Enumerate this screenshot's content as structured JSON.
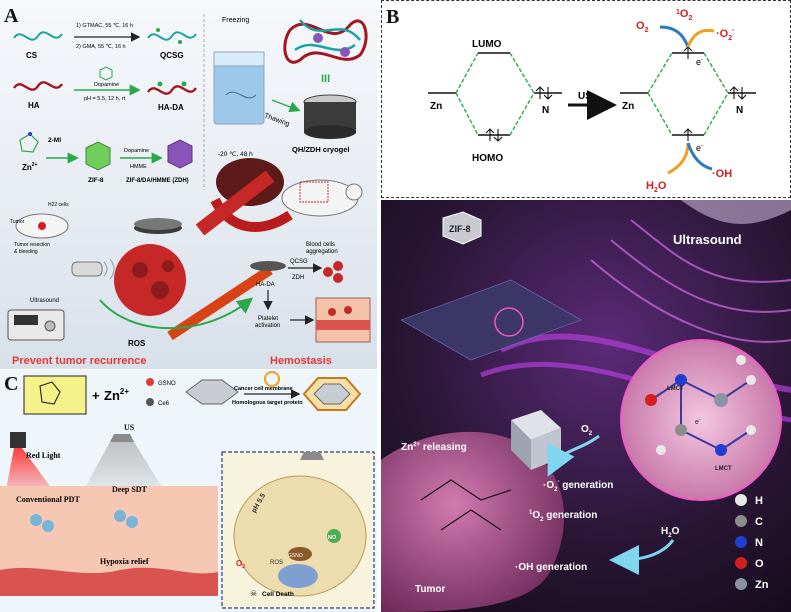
{
  "panel_letters": {
    "a": "A",
    "b": "B",
    "c": "C"
  },
  "panel_a": {
    "cs": "CS",
    "qcsg": "QCSG",
    "step1": "1)  GTMAC, 55 ℃, 16 h",
    "step2": "2)  GMA, 55 ℃, 16 h",
    "ha": "HA",
    "dopamine": "Dopamine",
    "ph": "pH = 5.5, 12 h, rt",
    "ha_da": "HA-DA",
    "freezing": "Freezing",
    "thawing": "Thawing",
    "temp": "-20 ℃, 48 h",
    "cycles": "III",
    "cryogel": "QH/ZDH cryogel",
    "mi": "2-MI",
    "zn": "Zn",
    "zn_sup": "2+",
    "dopamine2": "Dopamine",
    "hmme": "HMME",
    "zif8": "ZIF-8",
    "zdh": "ZIF-8/DA/HMME (ZDH)",
    "h22": "H22 cells",
    "tumor": "Tumor",
    "resection": "Tumor resection",
    "bleeding": "& bleeding",
    "ultrasound": "Ultrasound",
    "ros": "ROS",
    "blood_agg1": "Blood cells",
    "blood_agg2": "aggregation",
    "qcsg2": "QCSG",
    "zdh2": "ZDH",
    "ha_da2": "HA-DA",
    "platelet1": "Platelet",
    "platelet2": "activation",
    "prevent": "Prevent  tumor recurrence",
    "hemostasis": "Hemostasis"
  },
  "panel_b_top": {
    "lumo": "LUMO",
    "homo": "HOMO",
    "zn_left": "Zn",
    "n_left": "N",
    "us": "US",
    "zn_right": "Zn",
    "n_right": "N",
    "o2": "O",
    "o2_sub": "2",
    "singlet_sup": "1",
    "singlet": "O",
    "singlet_sub": "2",
    "superoxide": "·O",
    "superoxide_sub": "2",
    "superoxide_sup": "-",
    "electron_top": "e",
    "electron_bottom": "e",
    "electron_sup": "-",
    "h2o": "H",
    "h2o_sub": "2",
    "h2o_end": "O",
    "oh": "·OH"
  },
  "panel_b_bottom": {
    "zif8": "ZIF-8",
    "ultrasound": "Ultrasound",
    "zn_releasing": "Zn",
    "zn_releasing_sup": "2+",
    "zn_releasing_end": " releasing",
    "o2": "O",
    "o2_sub": "2",
    "superoxide_gen": "·O",
    "superoxide_gen_sub": "2",
    "superoxide_gen_sup": "-",
    "superoxide_gen_end": " generation",
    "singlet_gen_sup": "1",
    "singlet_gen": "O",
    "singlet_gen_sub": "2",
    "singlet_gen_end": " generation",
    "h2o": "H",
    "h2o_sub": "2",
    "h2o_end": "O",
    "oh_gen": "·OH generation",
    "tumor": "Tumor",
    "lmct1": "LMCT",
    "lmct2": "LMCT",
    "electron": "e",
    "electron_sup": "-",
    "legend": [
      {
        "label": "H",
        "color": "#e8e8e8"
      },
      {
        "label": "C",
        "color": "#8c8c8c"
      },
      {
        "label": "N",
        "color": "#1f3fd1"
      },
      {
        "label": "O",
        "color": "#d41f1f"
      },
      {
        "label": "Zn",
        "color": "#8a93a6"
      }
    ]
  },
  "panel_c": {
    "plus": "+",
    "zn": "Zn",
    "zn_sup": "2+",
    "gsno": "GSNO",
    "ce6": "Ce6",
    "membrane": "Cancer cell membrane",
    "target": "Homologous target protein",
    "red_light": "Red  Light",
    "us": "US",
    "pdt": "Conventional PDT",
    "sdt": "Deep SDT",
    "hypoxia": "Hypoxia relief",
    "ph": "pH 5.5",
    "o2": "O",
    "o2_sub": "2",
    "ros": "ROS",
    "no": "NO",
    "gsno2": "GSNO",
    "cell_death": "Cell Death"
  }
}
